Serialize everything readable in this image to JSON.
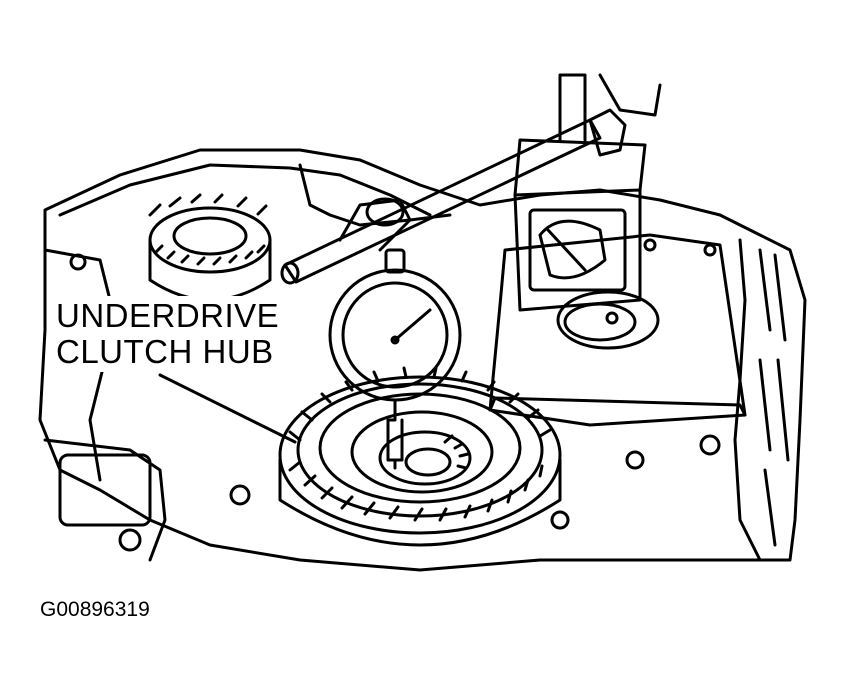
{
  "labels": {
    "callout_line_1": "UNDERDRIVE",
    "callout_line_2": "CLUTCH HUB"
  },
  "figure_id": "G00896319",
  "colors": {
    "ink": "#000000",
    "paper": "#ffffff"
  }
}
